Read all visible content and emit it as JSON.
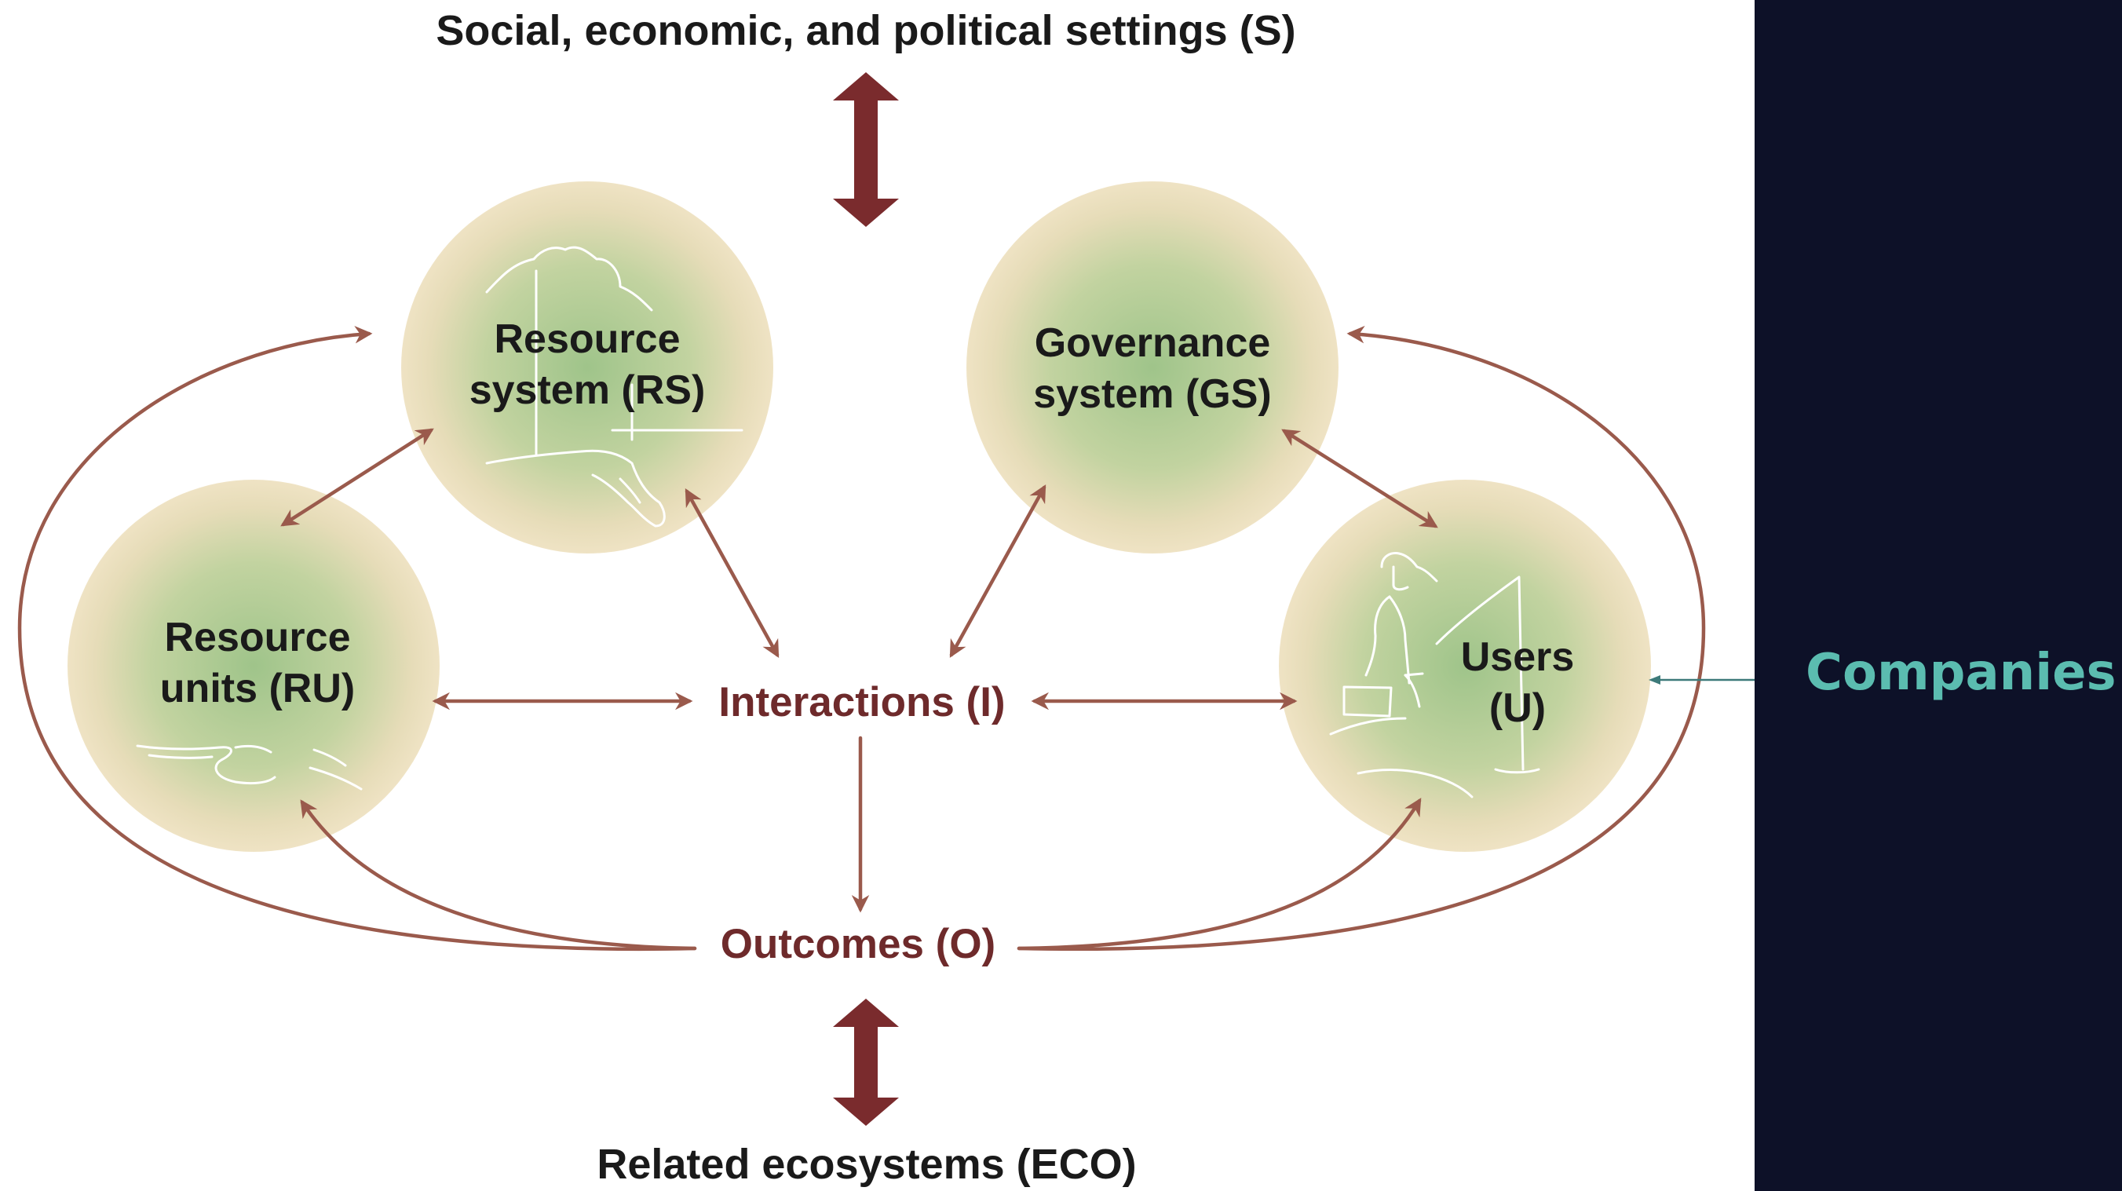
{
  "diagram": {
    "top_context": "Social, economic, and political settings (S)",
    "bottom_context": "Related ecosystems (ECO)",
    "nodes": {
      "resource_system": {
        "line1": "Resource",
        "line2": "system (RS)"
      },
      "governance_system": {
        "line1": "Governance",
        "line2": "system (GS)"
      },
      "resource_units": {
        "line1": "Resource",
        "line2": "units (RU)"
      },
      "users": {
        "line1": "Users",
        "line2": "(U)"
      }
    },
    "interactions": "Interactions (I)",
    "outcomes": "Outcomes (O)",
    "annotation": "Companies"
  },
  "colors": {
    "arrow_brown": "#9a5a4c",
    "big_arrow": "#7a2b2d",
    "label_maroon": "#6e2a2b",
    "circle_edge": "#efe3c4",
    "circle_center": "#a9c98f",
    "panel": "#0d1128",
    "annotation": "#5bbcb0"
  }
}
